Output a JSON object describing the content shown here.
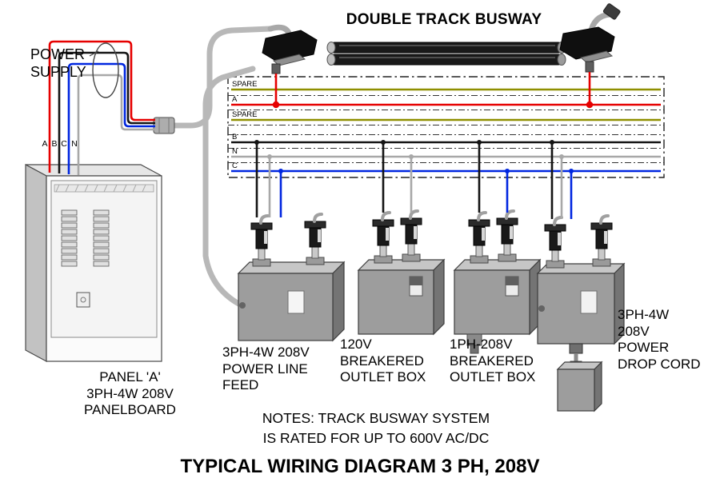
{
  "diagram": {
    "top_title": "DOUBLE TRACK BUSWAY",
    "bottom_title": "TYPICAL WIRING DIAGRAM 3 PH, 208V",
    "power_supply": {
      "lines": [
        "POWER",
        "SUPPLY"
      ]
    },
    "panel": {
      "lines": [
        "PANEL 'A'",
        "3PH-4W 208V",
        "PANELBOARD"
      ]
    },
    "feed_wire_labels": [
      "A",
      "B",
      "C",
      "N"
    ],
    "bus": {
      "rows": [
        {
          "label": "SPARE",
          "color": "#8f8f00"
        },
        {
          "label": "A",
          "color": "#e60000"
        },
        {
          "label": "SPARE",
          "color": "#8f8f00"
        },
        {
          "label": "B",
          "color": "#141414"
        },
        {
          "label": "N",
          "color": "#a8a8a8"
        },
        {
          "label": "C",
          "color": "#0026e0"
        }
      ]
    },
    "devices": [
      {
        "lines": [
          "3PH-4W 208V",
          "POWER LINE",
          "FEED"
        ]
      },
      {
        "lines": [
          "120V",
          "BREAKERED",
          "OUTLET BOX"
        ]
      },
      {
        "lines": [
          "1PH-208V",
          "BREAKERED",
          "OUTLET BOX"
        ]
      },
      {
        "lines": [
          "3PH-4W",
          "208V",
          "POWER",
          "DROP CORD"
        ]
      }
    ],
    "notes": {
      "lines": [
        "NOTES: TRACK BUSWAY SYSTEM",
        "IS RATED FOR UP TO 600V AC/DC"
      ]
    },
    "colors": {
      "phase_a_red": "#e60000",
      "phase_b_black": "#141414",
      "phase_c_blue": "#0026e0",
      "neutral_gray": "#a8a8a8",
      "spare_olive": "#8f8f00",
      "conduit_gray": "#b8b8b8",
      "enclosure_gray": "#9d9d9d"
    }
  }
}
